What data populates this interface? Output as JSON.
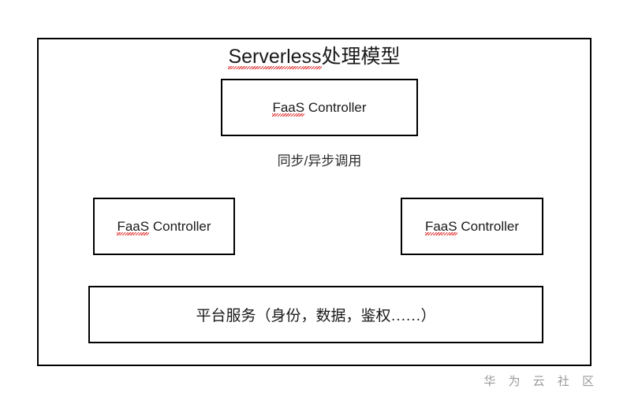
{
  "diagram": {
    "title_latin": "Serverless",
    "title_cjk": "处理模型",
    "frame": {
      "stroke": "#000000"
    },
    "boxes": [
      {
        "id": "top",
        "label": "FaaS Controller",
        "spell_flag": "FaaS"
      },
      {
        "id": "left",
        "label": "FaaS Controller",
        "spell_flag": "FaaS"
      },
      {
        "id": "right",
        "label": "FaaS Controller",
        "spell_flag": "FaaS"
      }
    ],
    "box_label_top": "FaaS Controller",
    "box_label_left": "FaaS Controller",
    "box_label_right": "FaaS Controller",
    "spell_word": "FaaS",
    "spell_rest": " Controller",
    "invoke_caption": "同步/异步调用",
    "platform_bar_label": "平台服务（身份，数据，鉴权……）",
    "connectors": [
      {
        "name": "top-to-left",
        "from": "box-top",
        "to": "box-left",
        "style": "elbow-arrow"
      },
      {
        "name": "top-to-right",
        "from": "box-top",
        "to": "box-right",
        "style": "elbow-arrow"
      }
    ],
    "block_arrow": {
      "name": "left-to-right-flow",
      "direction": "right",
      "fill": "#ffffff",
      "stroke": "#000000"
    }
  },
  "watermark": {
    "text": "华 为 云 社 区",
    "color": "#9a9a9a"
  }
}
